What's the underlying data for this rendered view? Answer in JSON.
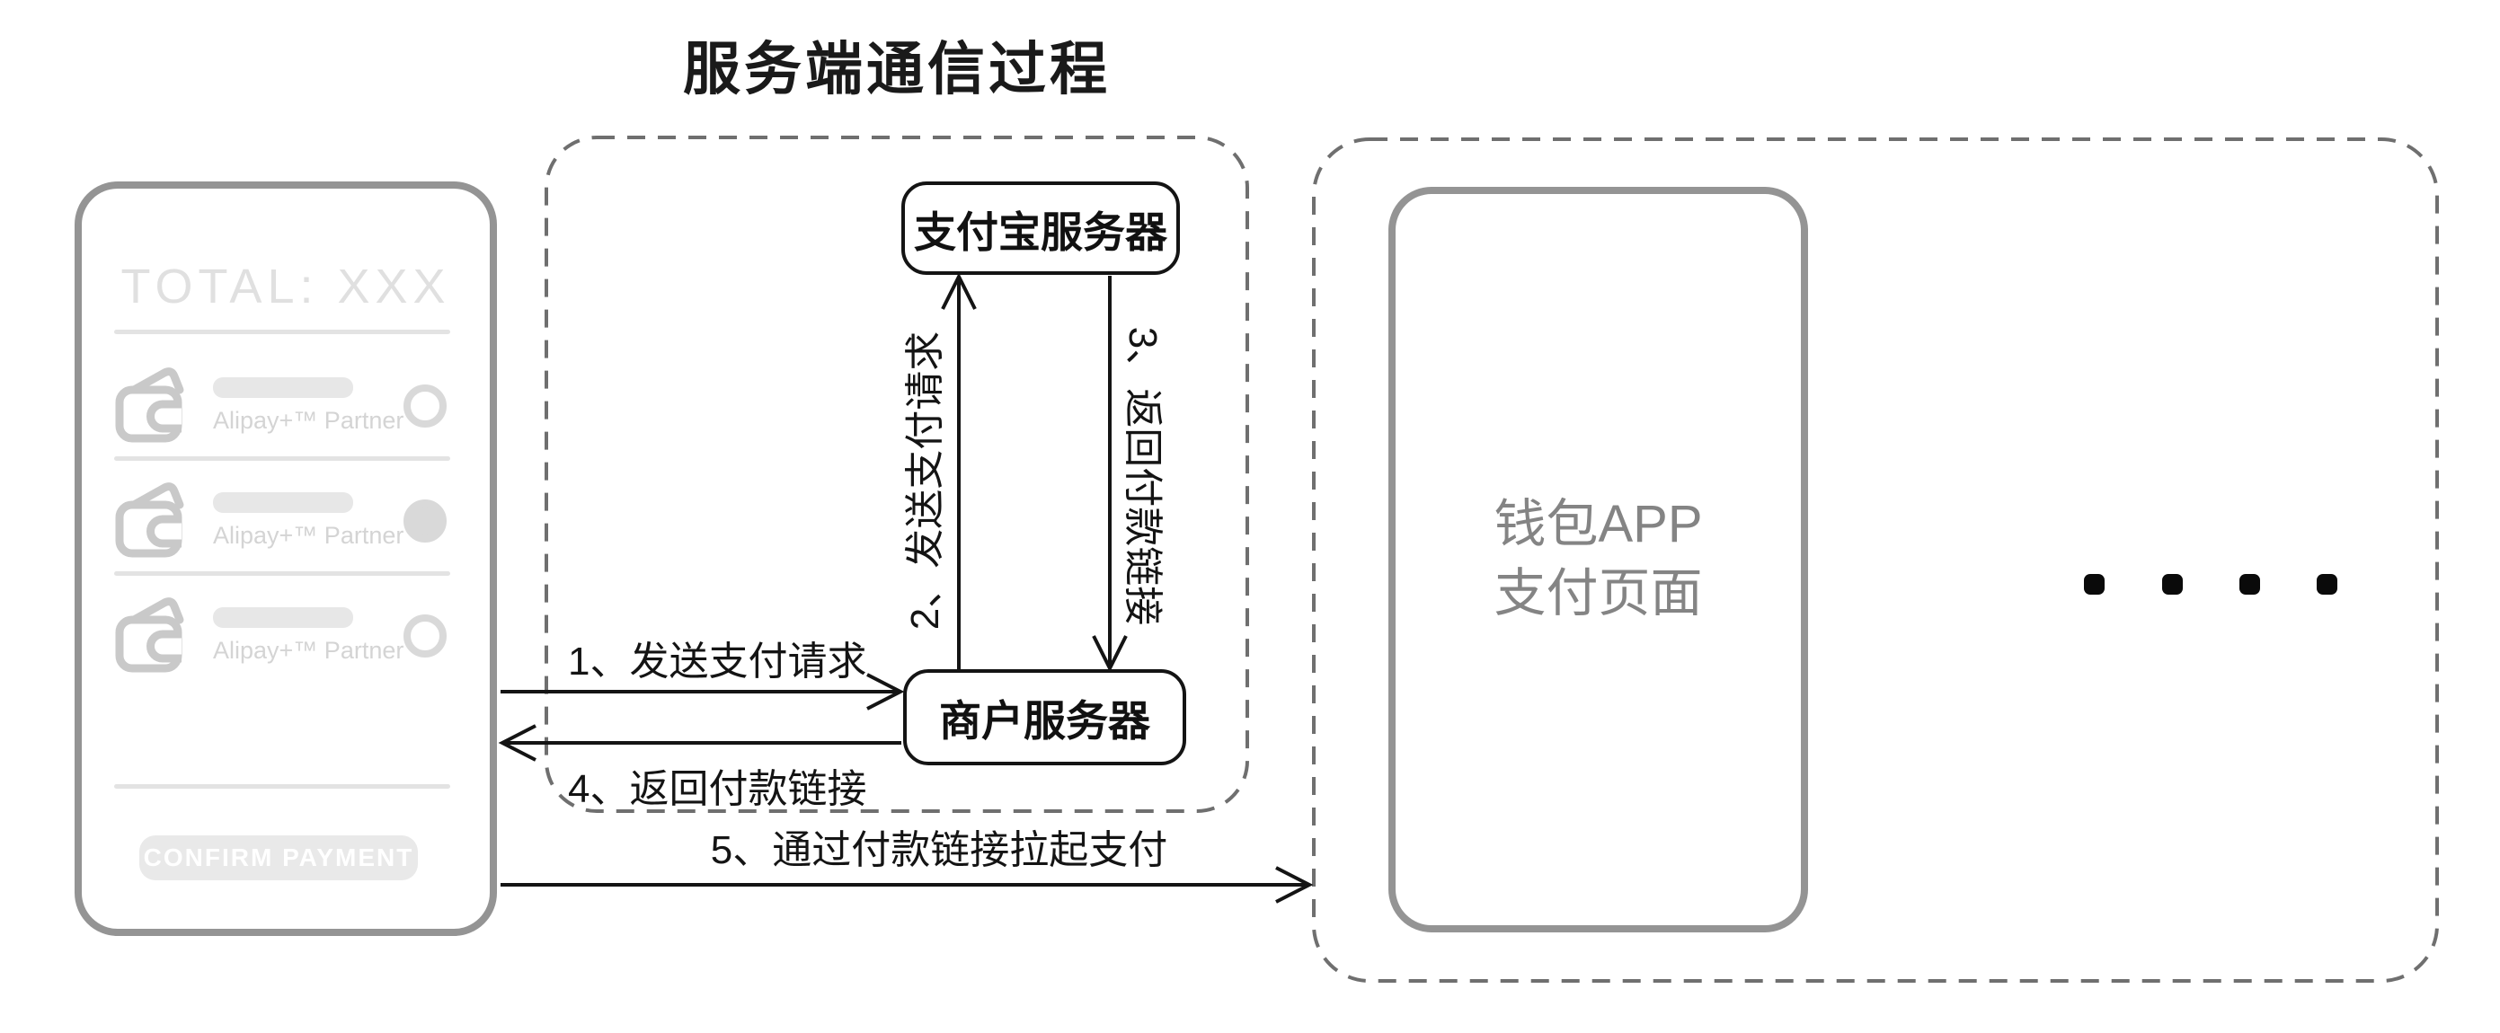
{
  "title": "服务端通信过程",
  "checkout_phone": {
    "total_label": "TOTAL: XXX",
    "items": [
      {
        "partner_label": "Alipay+™ Partner",
        "selected": false
      },
      {
        "partner_label": "Alipay+™ Partner",
        "selected": true
      },
      {
        "partner_label": "Alipay+™ Partner",
        "selected": false
      }
    ],
    "confirm_button_label": "CONFIRM PAYMENT"
  },
  "server_group": {
    "alipay_server_label": "支付宝服务器",
    "merchant_server_label": "商户服务器"
  },
  "flow_steps": {
    "step1": "1、发送支付请求",
    "step2": "2、发送支付请求",
    "step3": "3、返回付款链接",
    "step4": "4、返回付款链接",
    "step5": "5、通过付款链接拉起支付"
  },
  "wallet_phone": {
    "line1": "钱包APP",
    "line2": "支付页面",
    "ellipsis_dots": 4
  },
  "colors": {
    "line_black": "#141414",
    "dashed_border": "#6f6f6f",
    "phone_border": "#949494",
    "wireframe_gray": "#e0e0e0",
    "wallet_text_gray": "#848484"
  }
}
